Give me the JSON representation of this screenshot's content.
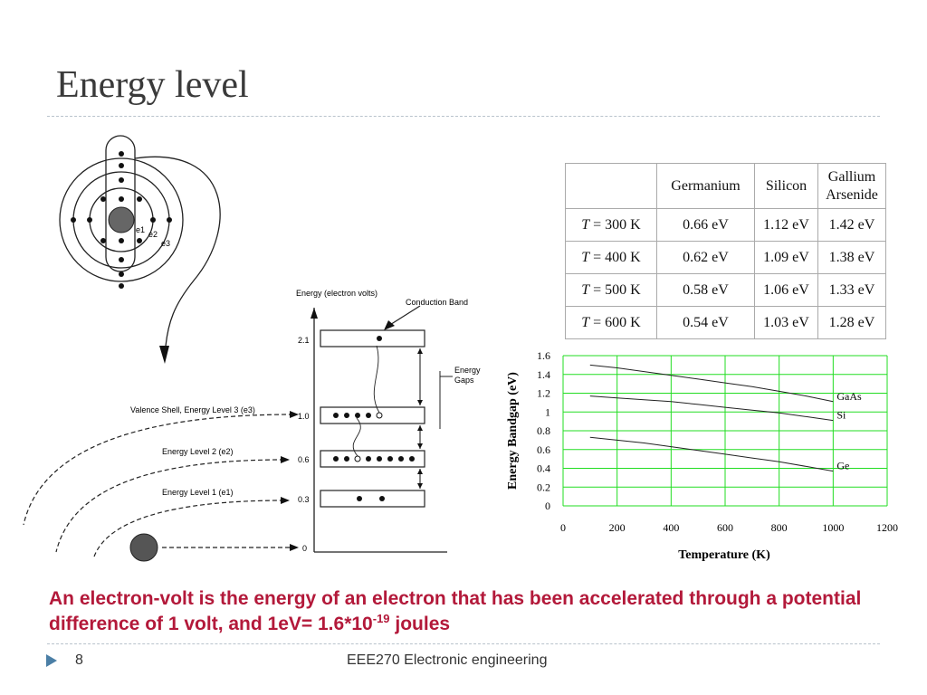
{
  "slide": {
    "title": "Energy level",
    "caption_main": "An electron-volt is the energy of an electron that has been accelerated through a potential difference of 1 volt, and 1eV= 1.6*10",
    "caption_exp": "-19",
    "caption_tail": " joules",
    "page_number": "8",
    "footer": "EEE270 Electronic engineering"
  },
  "diagram": {
    "atom_labels": [
      "e1",
      "e2",
      "e3"
    ],
    "axis_title": "Energy (electron volts)",
    "conduction_label": "Conduction Band",
    "gaps_label_1": "Energy",
    "gaps_label_2": "Gaps",
    "levels": [
      {
        "label": "",
        "value": "2.1"
      },
      {
        "label": "Valence Shell, Energy Level 3 (e3)",
        "value": "1.0"
      },
      {
        "label": "Energy Level 2 (e2)",
        "value": "0.6"
      },
      {
        "label": "Energy Level 1 (e1)",
        "value": "0.3"
      },
      {
        "label": "",
        "value": "0"
      }
    ]
  },
  "table": {
    "headers": [
      "",
      "Germanium",
      "Silicon",
      "Gallium Arsenide"
    ],
    "header_line1": [
      "",
      "Germanium",
      "Silicon",
      "Gallium"
    ],
    "header_line2": [
      "",
      "",
      "",
      "Arsenide"
    ],
    "rows": [
      {
        "T": "T",
        "temp": " = 300 K",
        "ge": "0.66 eV",
        "si": "1.12 eV",
        "gaas": "1.42 eV"
      },
      {
        "T": "T",
        "temp": " = 400 K",
        "ge": "0.62 eV",
        "si": "1.09 eV",
        "gaas": "1.38 eV"
      },
      {
        "T": "T",
        "temp": " = 500 K",
        "ge": "0.58 eV",
        "si": "1.06 eV",
        "gaas": "1.33 eV"
      },
      {
        "T": "T",
        "temp": " = 600 K",
        "ge": "0.54 eV",
        "si": "1.03 eV",
        "gaas": "1.28 eV"
      }
    ]
  },
  "chart_data": {
    "type": "line",
    "xlabel": "Temperature (K)",
    "ylabel": "Energy Bandgap (eV)",
    "xlim": [
      0,
      1200
    ],
    "ylim": [
      0,
      1.6
    ],
    "x_ticks": [
      "0",
      "200",
      "400",
      "600",
      "800",
      "1000",
      "1200"
    ],
    "y_ticks": [
      "0",
      "0.2",
      "0.4",
      "0.6",
      "0.8",
      "1",
      "1.2",
      "1.4",
      "1.6"
    ],
    "grid": true,
    "grid_color": "#22dd22",
    "series": [
      {
        "name": "GaAs",
        "x": [
          100,
          200,
          300,
          400,
          500,
          600,
          700,
          800,
          900,
          1000
        ],
        "y": [
          1.5,
          1.47,
          1.43,
          1.39,
          1.35,
          1.31,
          1.27,
          1.22,
          1.17,
          1.11
        ]
      },
      {
        "name": "Si",
        "x": [
          100,
          200,
          300,
          400,
          500,
          600,
          700,
          800,
          900,
          1000
        ],
        "y": [
          1.17,
          1.15,
          1.13,
          1.11,
          1.08,
          1.05,
          1.02,
          0.99,
          0.95,
          0.91
        ]
      },
      {
        "name": "Ge",
        "x": [
          100,
          200,
          300,
          400,
          500,
          600,
          700,
          800,
          900,
          1000
        ],
        "y": [
          0.73,
          0.7,
          0.67,
          0.63,
          0.59,
          0.55,
          0.51,
          0.47,
          0.42,
          0.37
        ]
      }
    ]
  }
}
